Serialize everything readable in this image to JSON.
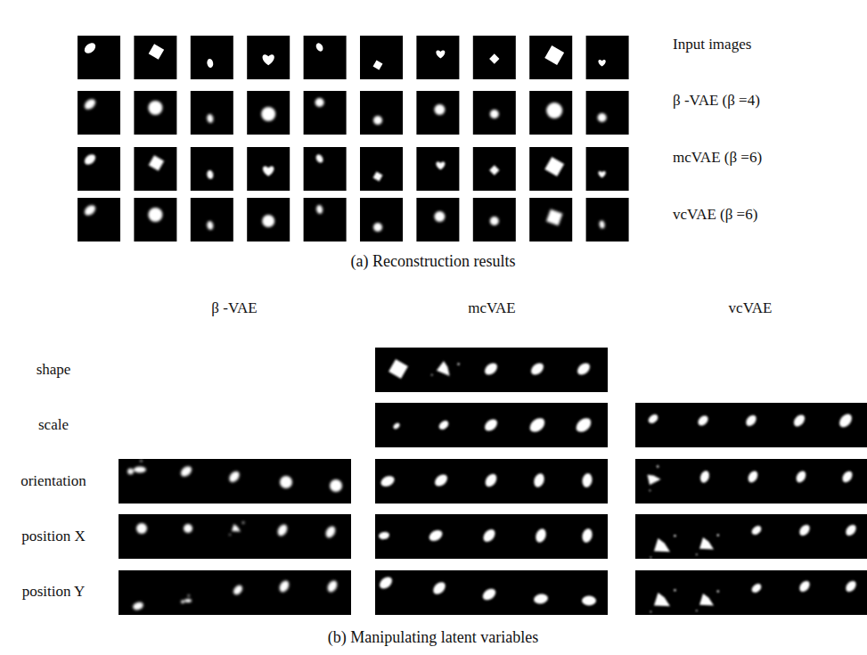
{
  "diagram": {
    "labels": [
      "Input images",
      "β -VAE (β =4)",
      "mcVAE (β =6)",
      "vcVAE (β =6)",
      "(a) Reconstruction results",
      "β -VAE",
      "mcVAE",
      "vcVAE",
      "shape",
      "scale",
      "orientation",
      "position X",
      "position Y",
      "(b) Manipulating latent variables"
    ]
  }
}
